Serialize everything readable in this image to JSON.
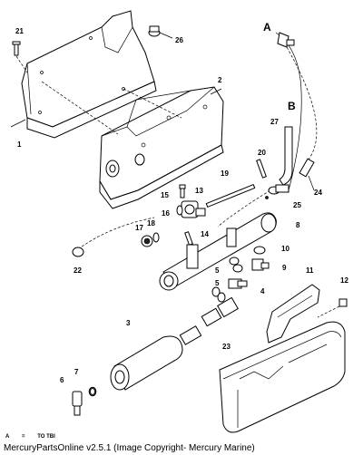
{
  "callouts": {
    "c1": "1",
    "c2": "2",
    "c3": "3",
    "c4": "4",
    "c5": "5",
    "c5b": "5",
    "c6": "6",
    "c7": "7",
    "c8": "8",
    "c9": "9",
    "c10": "10",
    "c11": "11",
    "c12": "12",
    "c13": "13",
    "c14": "14",
    "c15": "15",
    "c16": "16",
    "c17": "17",
    "c18": "18",
    "c19": "19",
    "c20": "20",
    "c21": "21",
    "c22": "22",
    "c23": "23",
    "c24": "24",
    "c25": "25",
    "c26": "26",
    "c27": "27",
    "cA": "A",
    "cB": "B"
  },
  "legend": {
    "key": "A",
    "sep": "=",
    "text": "TO TBI"
  },
  "footer": "MercuryPartsOnline v2.5.1 (Image Copyright- Mercury Marine)"
}
